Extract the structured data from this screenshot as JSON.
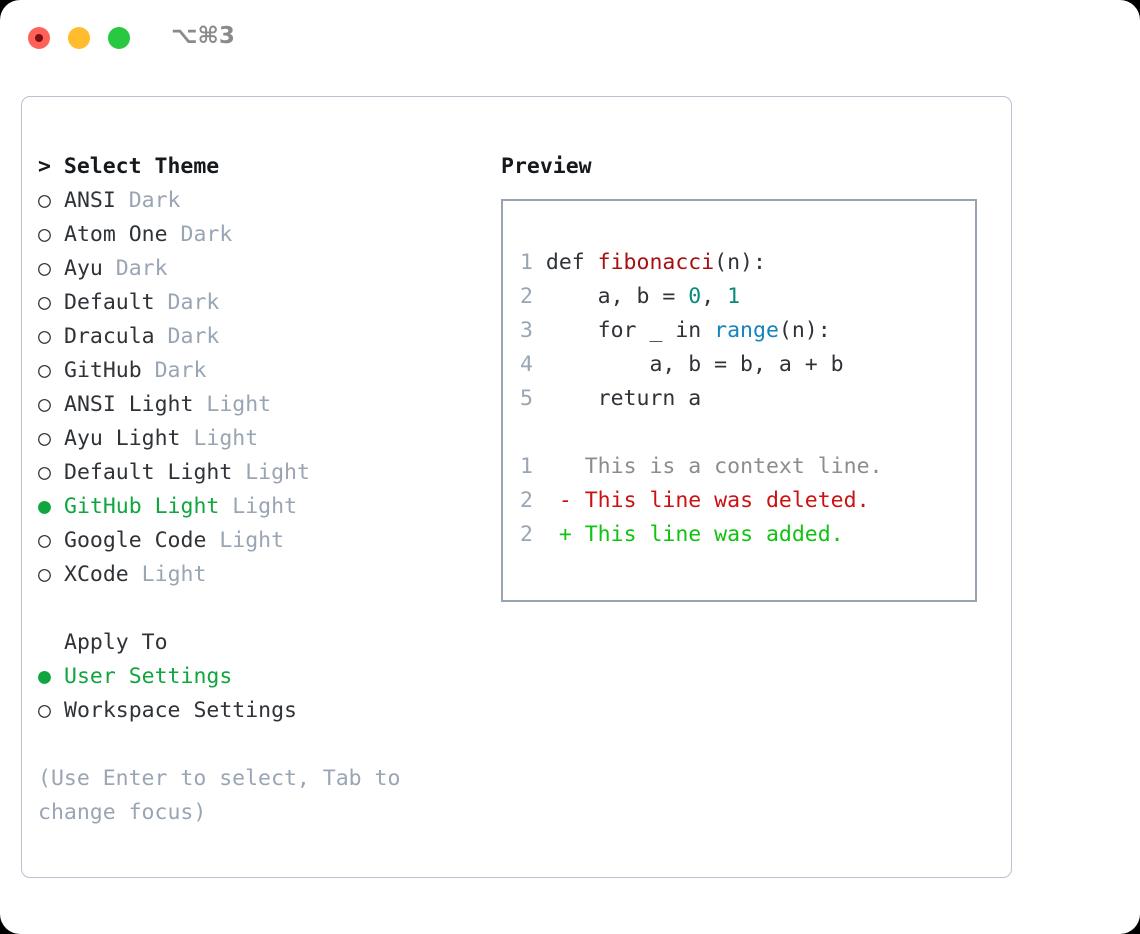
{
  "titlebar": {
    "shortcut": "⌥⌘3",
    "buttons": {
      "close": "close",
      "minimize": "minimize",
      "maximize": "maximize"
    }
  },
  "theme_list": {
    "header": "> Select Theme",
    "items": [
      {
        "marker": "○",
        "label": "ANSI",
        "suffix": "Dark",
        "selected": false
      },
      {
        "marker": "○",
        "label": "Atom One",
        "suffix": "Dark",
        "selected": false
      },
      {
        "marker": "○",
        "label": "Ayu",
        "suffix": "Dark",
        "selected": false
      },
      {
        "marker": "○",
        "label": "Default",
        "suffix": "Dark",
        "selected": false
      },
      {
        "marker": "○",
        "label": "Dracula",
        "suffix": "Dark",
        "selected": false
      },
      {
        "marker": "○",
        "label": "GitHub",
        "suffix": "Dark",
        "selected": false
      },
      {
        "marker": "○",
        "label": "ANSI Light",
        "suffix": "Light",
        "selected": false
      },
      {
        "marker": "○",
        "label": "Ayu Light",
        "suffix": "Light",
        "selected": false
      },
      {
        "marker": "○",
        "label": "Default Light",
        "suffix": "Light",
        "selected": false
      },
      {
        "marker": "●",
        "label": "GitHub Light",
        "suffix": "Light",
        "selected": true
      },
      {
        "marker": "○",
        "label": "Google Code",
        "suffix": "Light",
        "selected": false
      },
      {
        "marker": "○",
        "label": "XCode",
        "suffix": "Light",
        "selected": false
      }
    ]
  },
  "apply_to": {
    "header": "Apply To",
    "items": [
      {
        "marker": "●",
        "label": "User Settings",
        "selected": true
      },
      {
        "marker": "○",
        "label": "Workspace Settings",
        "selected": false
      }
    ]
  },
  "hint": "(Use Enter to select, Tab to change focus)",
  "preview": {
    "title": "Preview",
    "code_lines": [
      {
        "no": "1",
        "segments": [
          {
            "text": "def ",
            "style": "plain"
          },
          {
            "text": "fibonacci",
            "style": "fn"
          },
          {
            "text": "(n):",
            "style": "plain"
          }
        ]
      },
      {
        "no": "2",
        "segments": [
          {
            "text": "    a, b = ",
            "style": "plain"
          },
          {
            "text": "0",
            "style": "num"
          },
          {
            "text": ", ",
            "style": "plain"
          },
          {
            "text": "1",
            "style": "num"
          }
        ]
      },
      {
        "no": "3",
        "segments": [
          {
            "text": "    for _ in ",
            "style": "plain"
          },
          {
            "text": "range",
            "style": "call"
          },
          {
            "text": "(n):",
            "style": "plain"
          }
        ]
      },
      {
        "no": "4",
        "segments": [
          {
            "text": "        a, b = b, a + b",
            "style": "plain"
          }
        ]
      },
      {
        "no": "5",
        "segments": [
          {
            "text": "    return a",
            "style": "plain"
          }
        ]
      }
    ],
    "diff_lines": [
      {
        "no": "1",
        "marker": " ",
        "text": " This is a context line.",
        "kind": "ctx"
      },
      {
        "no": "2",
        "marker": "-",
        "text": " This line was deleted.",
        "kind": "del"
      },
      {
        "no": "2",
        "marker": "+",
        "text": " This line was added.",
        "kind": "add"
      }
    ]
  },
  "colors": {
    "selected_green": "#10a53e",
    "muted": "#9aa5b4",
    "text": "#2f3338",
    "fn_red": "#a81010",
    "num_teal": "#0a8a7e",
    "call_blue": "#1584bd",
    "diff_delete": "#cc1111",
    "diff_add": "#11c211",
    "border": "#b9c2cf"
  }
}
